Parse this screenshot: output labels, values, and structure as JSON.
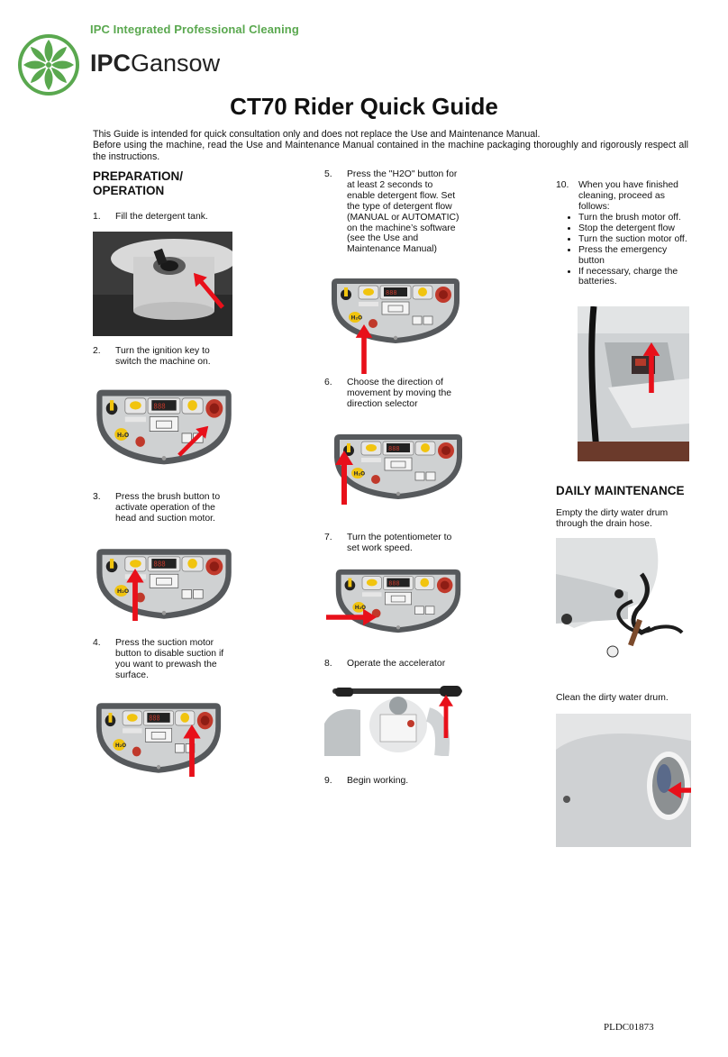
{
  "header": {
    "tagline": "IPC Integrated Professional Cleaning",
    "brand_bold": "IPC",
    "brand_rest": "Gansow"
  },
  "title": "CT70 Rider Quick Guide",
  "intro": [
    "This Guide is intended for quick consultation only and does not replace the Use and Maintenance Manual.",
    "Before using the machine, read the Use and Maintenance Manual contained in the machine packaging thoroughly and rigorously respect all the instructions."
  ],
  "section_preparation": "PREPARATION/ OPERATION",
  "steps": [
    {
      "num": "1.",
      "text": "Fill the detergent tank."
    },
    {
      "num": "2.",
      "text": "Turn the ignition key to switch the machine on."
    },
    {
      "num": "3.",
      "text": "Press the brush button to activate operation of the head and suction motor."
    },
    {
      "num": "4.",
      "text": "Press the suction motor button to disable suction if you want to prewash the surface."
    },
    {
      "num": "5.",
      "text": "Press the \"H2O\" button for at least 2 seconds to enable detergent flow.  Set the type of detergent flow (MANUAL or AUTOMATIC) on the machine’s software (see the Use and Maintenance Manual)"
    },
    {
      "num": "6.",
      "text": "Choose the direction of movement by moving the direction selector"
    },
    {
      "num": "7.",
      "text": "Turn the potentiometer to set work speed."
    },
    {
      "num": "8.",
      "text": "Operate the accelerator"
    },
    {
      "num": "9.",
      "text": "Begin working."
    },
    {
      "num": "10.",
      "text": "When you have finished cleaning, proceed as follows:"
    }
  ],
  "finish_bullets": [
    "Turn the brush motor off.",
    "Stop the detergent flow",
    "Turn the suction motor off.",
    "Press the emergency button",
    "If necessary, charge the batteries."
  ],
  "section_daily": "DAILY MAINTENANCE",
  "daily": [
    "Empty the dirty water drum through the drain hose.",
    "Clean the dirty water drum."
  ],
  "panel_label": "H₂O",
  "footer_code": "PLDC01873",
  "colors": {
    "brand_green": "#5aa84f",
    "arrow_red": "#e8101a",
    "panel_gray": "#5b5f62"
  }
}
